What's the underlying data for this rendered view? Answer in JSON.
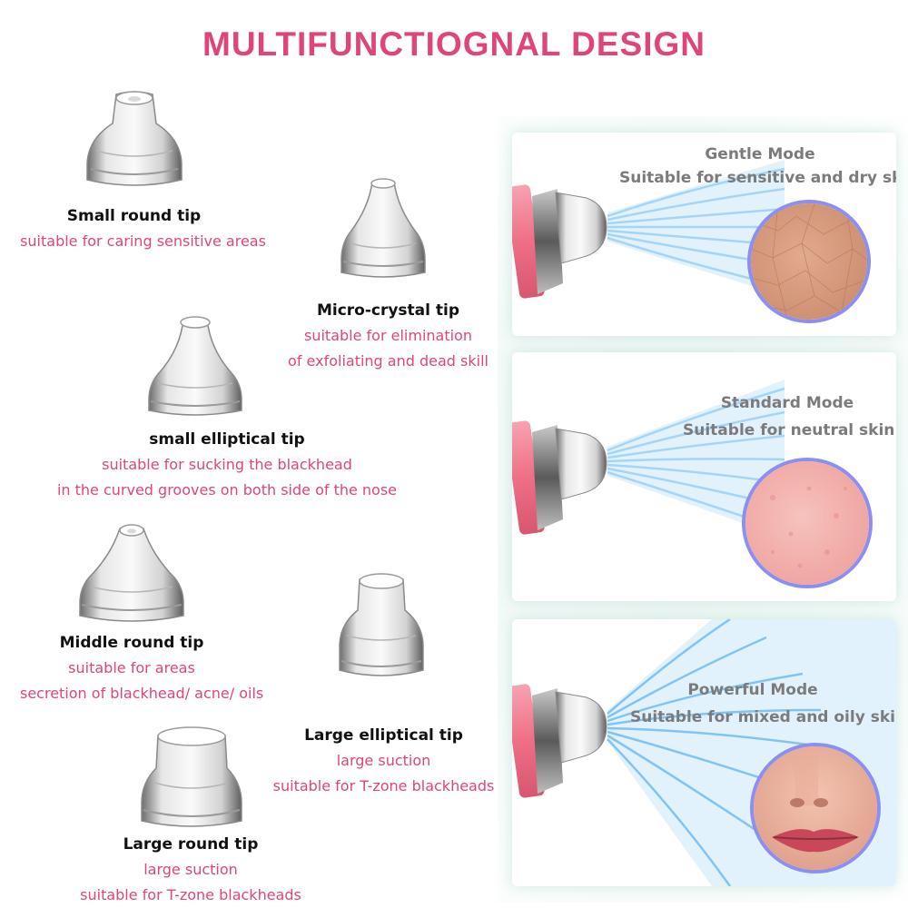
{
  "title": "MULTIFUNCTIOGNAL DESIGN",
  "colors": {
    "accent": "#e0457a",
    "ring": "#8d8ff0",
    "device": "#f07a8e",
    "spray": "#6ab8f0"
  },
  "tips": [
    {
      "name": "Small round tip",
      "lines": [
        "suitable for caring sensitive areas"
      ]
    },
    {
      "name": "Micro-crystal tip",
      "lines": [
        "suitable for elimination",
        "of exfoliating and dead skill"
      ]
    },
    {
      "name": "small elliptical tip",
      "lines": [
        "suitable for sucking the blackhead",
        "in the curved grooves on both side of the nose"
      ]
    },
    {
      "name": "Middle round tip",
      "lines": [
        "suitable for areas",
        "secretion of blackhead/ acne/ oils"
      ]
    },
    {
      "name": "Large elliptical tip",
      "lines": [
        "large suction",
        "suitable for T-zone blackheads"
      ]
    },
    {
      "name": "Large round tip",
      "lines": [
        "large suction",
        "suitable for T-zone blackheads"
      ]
    }
  ],
  "modes": [
    {
      "title": "Gentle Mode",
      "desc": "Suitable for sensitive and dry skin",
      "skin": "dry-skin-texture"
    },
    {
      "title": "Standard Mode",
      "desc": "Suitable for neutral skin",
      "skin": "neutral-skin-texture"
    },
    {
      "title": "Powerful Mode",
      "desc": "Suitable for mixed and oily skin",
      "skin": "face-closeup"
    }
  ]
}
